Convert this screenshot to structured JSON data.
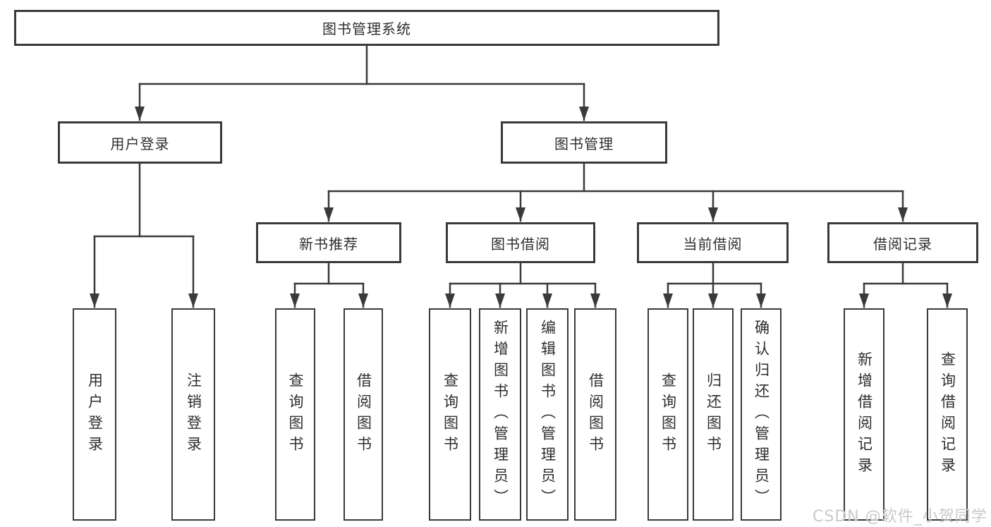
{
  "diagram_title": "图书管理系统",
  "nodes": {
    "root": {
      "label": "图书管理系统"
    },
    "level2": [
      {
        "label": "用户登录"
      },
      {
        "label": "图书管理"
      }
    ],
    "level3": [
      {
        "label": "新书推荐"
      },
      {
        "label": "图书借阅"
      },
      {
        "label": "当前借阅"
      },
      {
        "label": "借阅记录"
      }
    ],
    "leaves": {
      "user_login": [
        {
          "label": "用户登录"
        },
        {
          "label": "注销登录"
        }
      ],
      "new_book_rec": [
        {
          "label": "查询图书"
        },
        {
          "label": "借阅图书"
        }
      ],
      "book_borrow": [
        {
          "label": "查询图书"
        },
        {
          "label": "新增图书（管理员）"
        },
        {
          "label": "编辑图书（管理员）"
        },
        {
          "label": "借阅图书"
        }
      ],
      "current_borrow": [
        {
          "label": "查询图书"
        },
        {
          "label": "归还图书"
        },
        {
          "label": "确认归还（管理员）"
        }
      ],
      "borrow_records": [
        {
          "label": "新增借阅记录"
        },
        {
          "label": "查询借阅记录"
        }
      ]
    }
  },
  "watermark": {
    "text": "CSDN @软件_小贺同学"
  },
  "colors": {
    "line": "#3a3a3a",
    "box_border": "#3a3a3a",
    "text": "#2e2e2e",
    "watermark": "#c9c9c9",
    "background": "#ffffff"
  }
}
